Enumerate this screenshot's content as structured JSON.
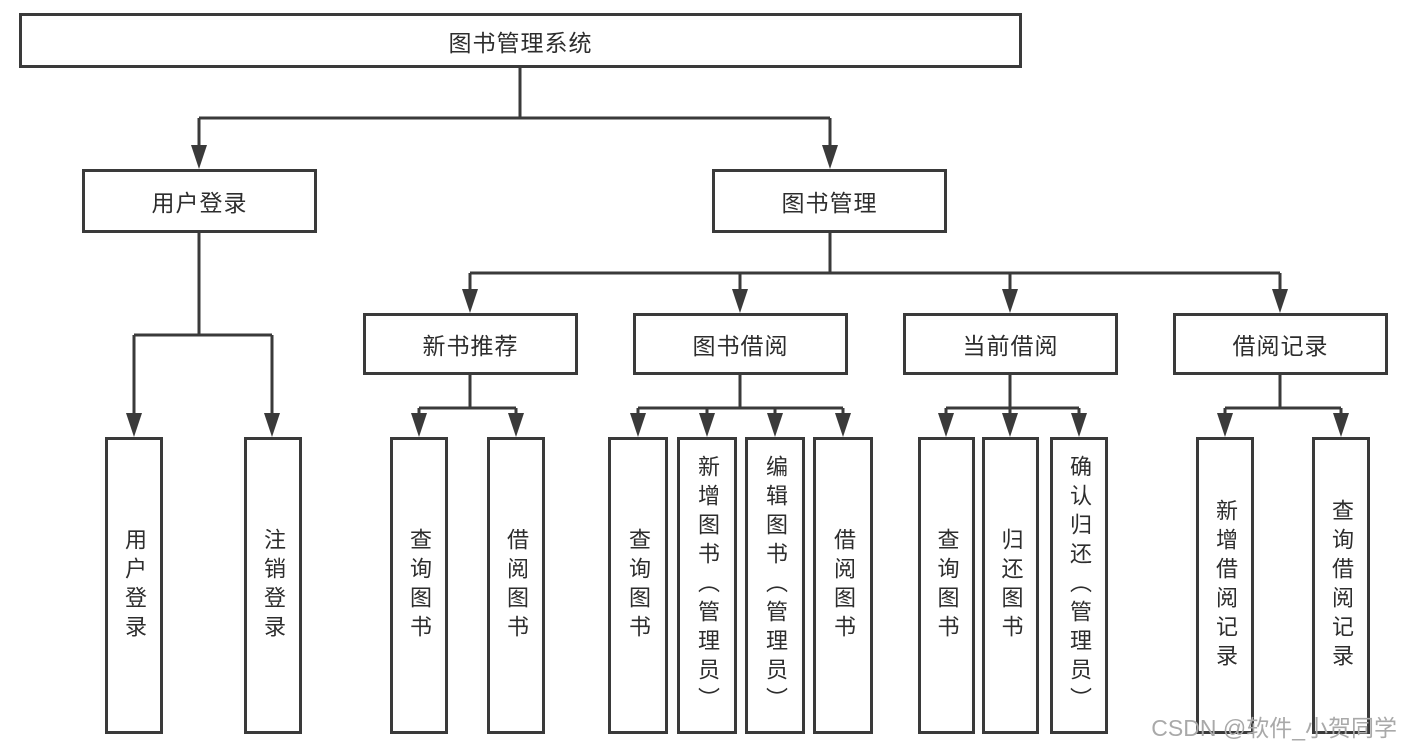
{
  "root": {
    "label": "图书管理系统"
  },
  "branches": {
    "user_login": {
      "label": "用户登录",
      "children": [
        "用户登录",
        "注销登录"
      ]
    },
    "book_management": {
      "label": "图书管理"
    }
  },
  "sections": {
    "new_book_recommend": {
      "label": "新书推荐",
      "children": [
        "查询图书",
        "借阅图书"
      ]
    },
    "book_borrow": {
      "label": "图书借阅",
      "children": [
        "查询图书",
        "新增图书（管理员）",
        "编辑图书（管理员）",
        "借阅图书"
      ]
    },
    "current_borrow": {
      "label": "当前借阅",
      "children": [
        "查询图书",
        "归还图书",
        "确认归还（管理员）"
      ]
    },
    "borrow_record": {
      "label": "借阅记录",
      "children": [
        "新增借阅记录",
        "查询借阅记录"
      ]
    }
  },
  "watermark": "CSDN @软件_小贺同学",
  "colors": {
    "line": "#3a3a3a",
    "text": "#2d2d2d",
    "watermark": "#a9a9a9",
    "background": "#ffffff"
  }
}
